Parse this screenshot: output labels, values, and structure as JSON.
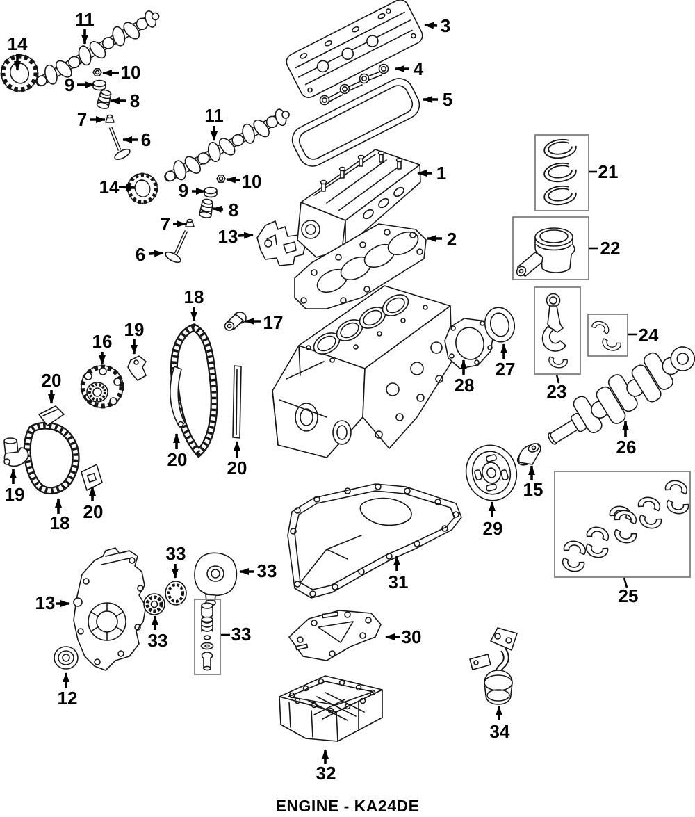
{
  "title": "ENGINE - KA24DE",
  "colors": {
    "ink": "#161616",
    "box_border": "#808080",
    "background": "#ffffff"
  },
  "callouts": [
    {
      "label": "14"
    },
    {
      "label": "11"
    },
    {
      "label": "10"
    },
    {
      "label": "9"
    },
    {
      "label": "8"
    },
    {
      "label": "7"
    },
    {
      "label": "6"
    },
    {
      "label": "11"
    },
    {
      "label": "14"
    },
    {
      "label": "9"
    },
    {
      "label": "10"
    },
    {
      "label": "8"
    },
    {
      "label": "7"
    },
    {
      "label": "6"
    },
    {
      "label": "13"
    },
    {
      "label": "3"
    },
    {
      "label": "4"
    },
    {
      "label": "5"
    },
    {
      "label": "1"
    },
    {
      "label": "2"
    },
    {
      "label": "18"
    },
    {
      "label": "17"
    },
    {
      "label": "19"
    },
    {
      "label": "16"
    },
    {
      "label": "20"
    },
    {
      "label": "20"
    },
    {
      "label": "20"
    },
    {
      "label": "19"
    },
    {
      "label": "18"
    },
    {
      "label": "20"
    },
    {
      "label": "21"
    },
    {
      "label": "22"
    },
    {
      "label": "24"
    },
    {
      "label": "23"
    },
    {
      "label": "27"
    },
    {
      "label": "28"
    },
    {
      "label": "26"
    },
    {
      "label": "29"
    },
    {
      "label": "15"
    },
    {
      "label": "25"
    },
    {
      "label": "13"
    },
    {
      "label": "12"
    },
    {
      "label": "33"
    },
    {
      "label": "33"
    },
    {
      "label": "33"
    },
    {
      "label": "33"
    },
    {
      "label": "31"
    },
    {
      "label": "30"
    },
    {
      "label": "32"
    },
    {
      "label": "34"
    }
  ]
}
